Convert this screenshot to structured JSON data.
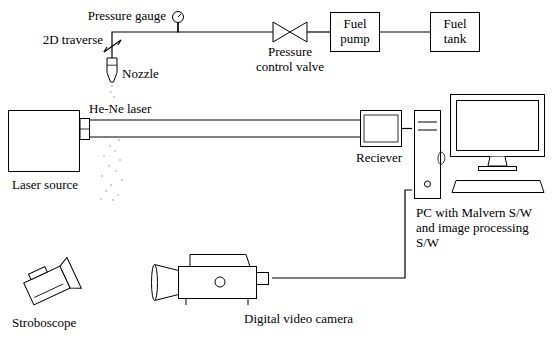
{
  "diagram": {
    "nodes": [
      {
        "text": [
          "Pressure gauge"
        ]
      },
      {
        "text": [
          "Pressure control valve"
        ]
      },
      {
        "text": [
          "Fuel pump"
        ]
      },
      {
        "text": [
          "Fuel tank"
        ]
      },
      {
        "text": [
          "Nozzle"
        ]
      },
      {
        "text": [
          "Laser source"
        ]
      },
      {
        "text": [
          "Reciever"
        ]
      },
      {
        "text": [
          "PC with Malvern S/W and image processing S/W"
        ]
      },
      {
        "text": [
          "Digital video camera"
        ]
      },
      {
        "text": [
          "Stroboscope"
        ]
      }
    ],
    "edges": [
      {
        "from": 0,
        "to": 4,
        "arrow": "none"
      },
      {
        "from": 1,
        "to": 0,
        "arrow": "none"
      },
      {
        "from": 2,
        "to": 1,
        "arrow": "none"
      },
      {
        "from": 3,
        "to": 2,
        "arrow": "none"
      },
      {
        "from": 5,
        "to": 6,
        "label": "He-Ne laser",
        "arrow": "none"
      },
      {
        "from": 6,
        "to": 7,
        "arrow": "none"
      },
      {
        "from": 8,
        "to": 7,
        "arrow": "none"
      }
    ],
    "labels": [
      "2D traverse"
    ]
  }
}
